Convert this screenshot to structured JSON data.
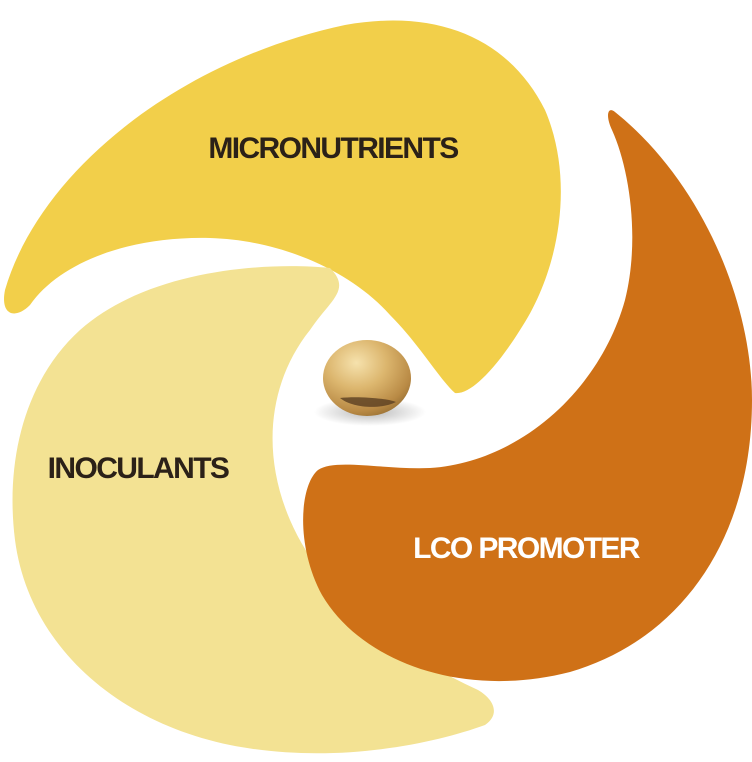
{
  "diagram": {
    "segments": [
      {
        "id": "micronutrients",
        "label": "MICRONUTRIENTS",
        "color": "#f2cf4a",
        "text_color": "#2b2118"
      },
      {
        "id": "inoculants",
        "label": "INOCULANTS",
        "color": "#f3e293",
        "text_color": "#2b2118"
      },
      {
        "id": "lco-promoter",
        "label": "LCO PROMOTER",
        "color": "#cf7117",
        "text_color": "#ffffff"
      }
    ],
    "center": {
      "image": "soybean-seed"
    }
  }
}
